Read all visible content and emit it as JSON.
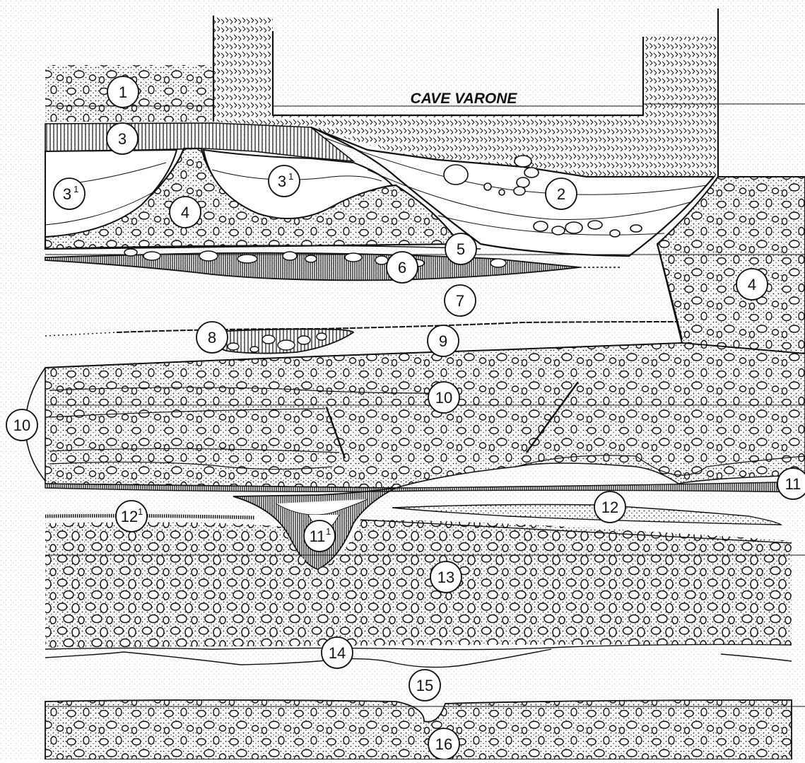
{
  "title": "CAVE VARONE",
  "layers": [
    {
      "id": "layer-1",
      "number": "1",
      "sup": ""
    },
    {
      "id": "layer-2",
      "number": "2",
      "sup": ""
    },
    {
      "id": "layer-3",
      "number": "3",
      "sup": ""
    },
    {
      "id": "layer-3-1-left",
      "number": "3",
      "sup": "1"
    },
    {
      "id": "layer-3-1-mid",
      "number": "3",
      "sup": "1"
    },
    {
      "id": "layer-4-left",
      "number": "4",
      "sup": ""
    },
    {
      "id": "layer-4-right",
      "number": "4",
      "sup": ""
    },
    {
      "id": "layer-5",
      "number": "5",
      "sup": ""
    },
    {
      "id": "layer-6",
      "number": "6",
      "sup": ""
    },
    {
      "id": "layer-7",
      "number": "7",
      "sup": ""
    },
    {
      "id": "layer-8",
      "number": "8",
      "sup": ""
    },
    {
      "id": "layer-9",
      "number": "9",
      "sup": ""
    },
    {
      "id": "layer-10-inner",
      "number": "10",
      "sup": ""
    },
    {
      "id": "layer-10-bracket",
      "number": "10",
      "sup": ""
    },
    {
      "id": "layer-11",
      "number": "11",
      "sup": ""
    },
    {
      "id": "layer-11-1",
      "number": "11",
      "sup": "1"
    },
    {
      "id": "layer-12",
      "number": "12",
      "sup": ""
    },
    {
      "id": "layer-12-1",
      "number": "12",
      "sup": "1"
    },
    {
      "id": "layer-13",
      "number": "13",
      "sup": ""
    },
    {
      "id": "layer-14",
      "number": "14",
      "sup": ""
    },
    {
      "id": "layer-15",
      "number": "15",
      "sup": ""
    },
    {
      "id": "layer-16",
      "number": "16",
      "sup": ""
    }
  ],
  "colors": {
    "ink": "#111111",
    "paper": "#ffffff",
    "stipple": "#555555"
  }
}
